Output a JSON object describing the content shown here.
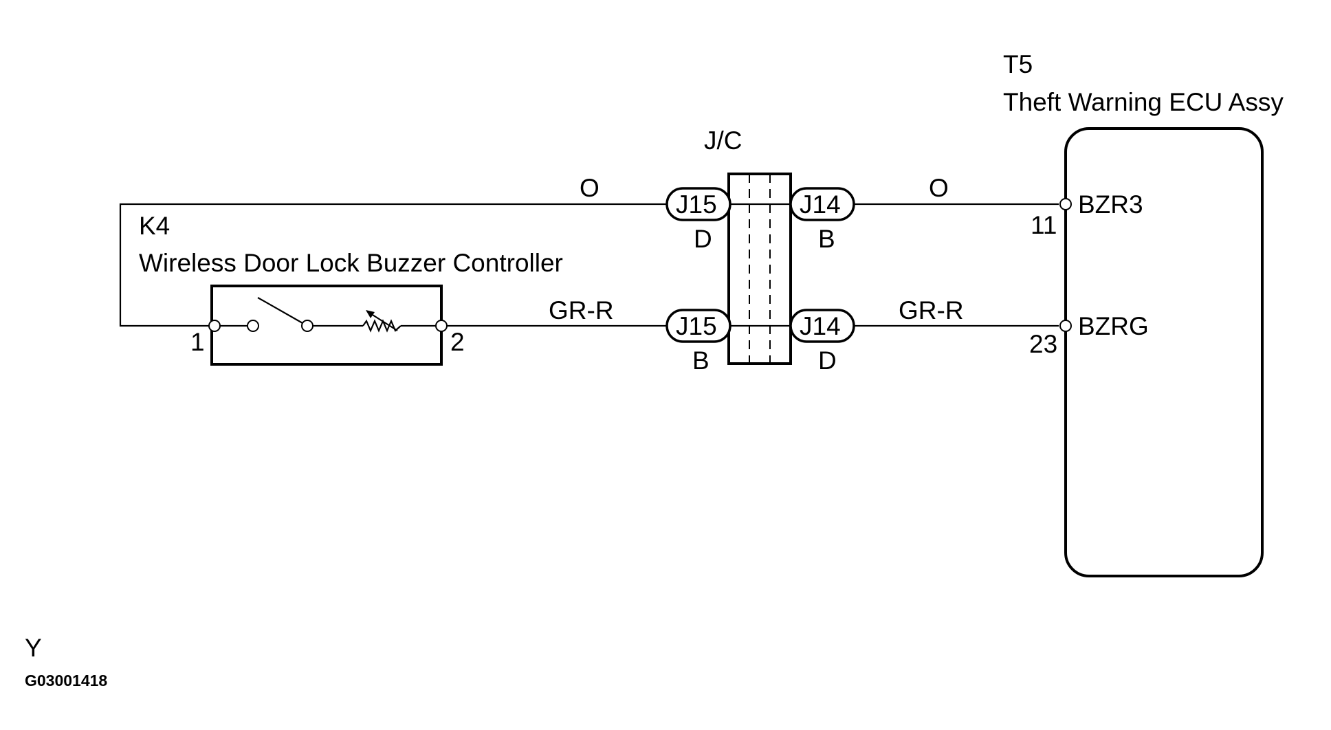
{
  "components": {
    "k4": {
      "code": "K4",
      "name": "Wireless Door Lock Buzzer Controller",
      "pin1": "1",
      "pin2": "2"
    },
    "jc": {
      "label": "J/C",
      "top_left": {
        "connector": "J15",
        "terminal": "D"
      },
      "bottom_left": {
        "connector": "J15",
        "terminal": "B"
      },
      "top_right": {
        "connector": "J14",
        "terminal": "B"
      },
      "bottom_right": {
        "connector": "J14",
        "terminal": "D"
      }
    },
    "t5": {
      "code": "T5",
      "name": "Theft Warning ECU Assy",
      "bzr3_terminal": "BZR3",
      "bzr3_pin": "11",
      "bzrg_terminal": "BZRG",
      "bzrg_pin": "23"
    }
  },
  "wires": {
    "top_left_color": "O",
    "top_right_color": "O",
    "bottom_left_color": "GR-R",
    "bottom_right_color": "GR-R"
  },
  "footer": {
    "mark": "Y",
    "figure_id": "G03001418"
  }
}
